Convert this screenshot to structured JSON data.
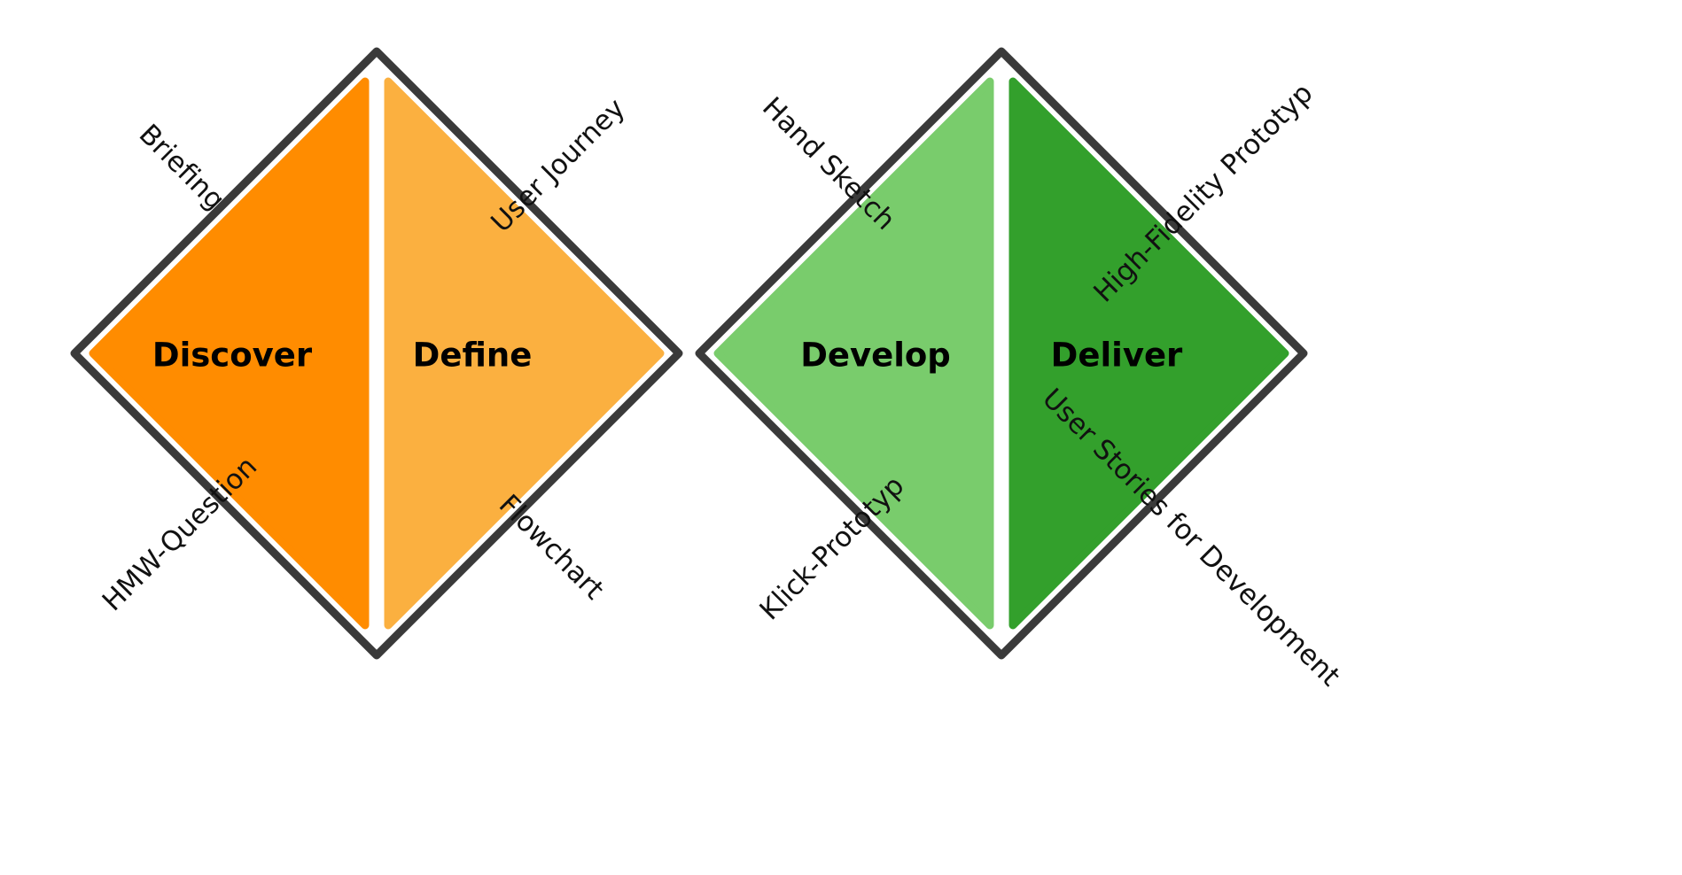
{
  "diagram": {
    "name": "Double Diamond Design Process",
    "background_color": "#ffffff",
    "outline_color": "#3a3a3a",
    "outline_width": 9,
    "gap_color": "#ffffff"
  },
  "colors": {
    "discover_fill": "#FF8C00",
    "define_fill": "#FBB040",
    "develop_fill": "#79CC6C",
    "deliver_fill": "#33A02C",
    "text_dark": "#000000",
    "stroke_dark": "#3a3a3a"
  },
  "diamonds": [
    {
      "id": "diamond-left",
      "left_phase": {
        "key": "discover",
        "label": "Discover",
        "fill": "#FF8C00",
        "top_edge_label": "Briefing",
        "bottom_edge_label": "HMW-Question"
      },
      "right_phase": {
        "key": "define",
        "label": "Define",
        "fill": "#FBB040",
        "top_edge_label": "User Journey",
        "bottom_edge_label": "Flowchart"
      }
    },
    {
      "id": "diamond-right",
      "left_phase": {
        "key": "develop",
        "label": "Develop",
        "fill": "#79CC6C",
        "top_edge_label": "Hand Sketch",
        "bottom_edge_label": "Klick-Prototyp"
      },
      "right_phase": {
        "key": "deliver",
        "label": "Deliver",
        "fill": "#33A02C",
        "top_edge_label": "High-Fidelity Prototyp",
        "bottom_edge_label": "User Stories for Development"
      }
    }
  ],
  "labels": {
    "discover": "Discover",
    "define": "Define",
    "develop": "Develop",
    "deliver": "Deliver",
    "briefing": "Briefing",
    "user_journey": "User Journey",
    "hmw_question": "HMW-Question",
    "flowchart": "Flowchart",
    "hand_sketch": "Hand Sketch",
    "high_fidelity_prototyp": "High-Fidelity Prototyp",
    "klick_prototyp": "Klick-Prototyp",
    "user_stories_for_development": "User Stories for Development"
  }
}
